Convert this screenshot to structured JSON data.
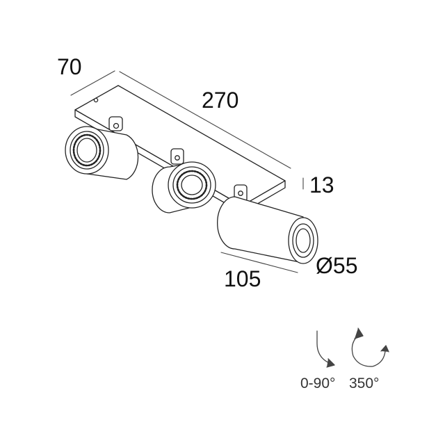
{
  "dimensions": {
    "depth": "70",
    "length": "270",
    "base_height": "13",
    "diameter": "Ø55",
    "spot_length": "105"
  },
  "rotation": {
    "tilt": "0-90°",
    "rotate": "350°"
  },
  "icons": [
    "tilt-arrow-icon",
    "rotate-arrow-icon"
  ]
}
